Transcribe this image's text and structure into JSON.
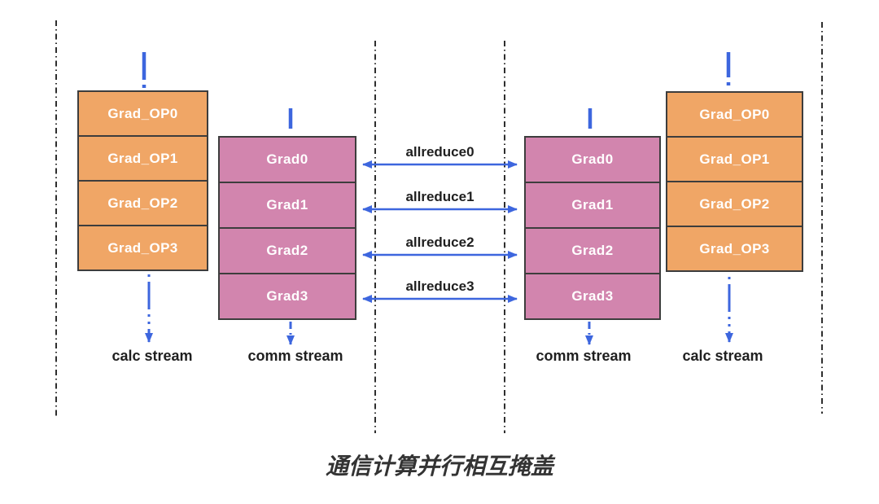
{
  "diagram": {
    "caption": "通信计算并行相互掩盖",
    "colors": {
      "calc_box": "#F0A666",
      "comm_box": "#D285AE",
      "arrow_blue": "#3D66DE",
      "boundary_line": "#2E2E2E",
      "label_text": "#1F1F1F"
    },
    "streams": {
      "left_calc": {
        "label": "calc stream",
        "boxes": [
          "Grad_OP0",
          "Grad_OP1",
          "Grad_OP2",
          "Grad_OP3"
        ]
      },
      "left_comm": {
        "label": "comm stream",
        "boxes": [
          "Grad0",
          "Grad1",
          "Grad2",
          "Grad3"
        ]
      },
      "right_comm": {
        "label": "comm stream",
        "boxes": [
          "Grad0",
          "Grad1",
          "Grad2",
          "Grad3"
        ]
      },
      "right_calc": {
        "label": "calc stream",
        "boxes": [
          "Grad_OP0",
          "Grad_OP1",
          "Grad_OP2",
          "Grad_OP3"
        ]
      }
    },
    "allreduce_labels": [
      "allreduce0",
      "allreduce1",
      "allreduce2",
      "allreduce3"
    ]
  }
}
